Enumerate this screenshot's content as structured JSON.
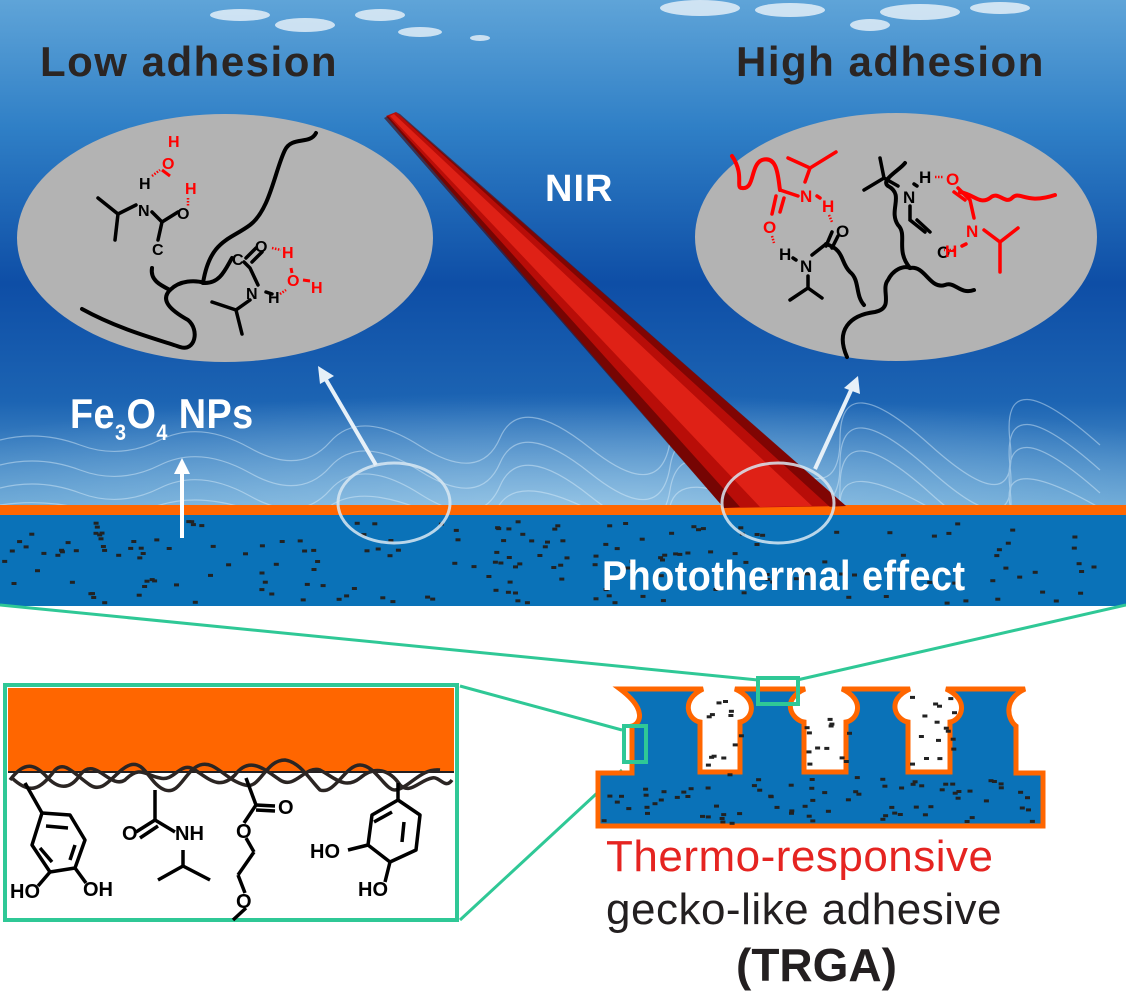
{
  "figure": {
    "top_panel": {
      "left_state_label": "Low adhesion",
      "right_state_label": "High adhesion",
      "light_label": "NIR",
      "particle_label": {
        "main": "Fe",
        "sub1": "3",
        "mid": "O",
        "sub2": "4",
        "tail": " NPs"
      },
      "effect_label": "Photothermal effect",
      "left_inset": {
        "description": "Hydrated PNIPAM chains: amide groups hydrogen-bonded to water",
        "atoms_black": [
          "H",
          "N",
          "O",
          "C",
          "C",
          "O",
          "N",
          "H"
        ],
        "atoms_red": [
          "H",
          "O",
          "H",
          "H",
          "O",
          "H"
        ]
      },
      "right_inset": {
        "description": "Collapsed PNIPAM chains: inter-chain amide-amide hydrogen bonds",
        "atoms_black": [
          "H",
          "N",
          "O",
          "H",
          "N",
          "O"
        ],
        "atoms_red": [
          "N",
          "H",
          "O",
          "O",
          "N",
          "H"
        ]
      }
    },
    "bottom_panel": {
      "chemistry_inset": {
        "labels": [
          "HO",
          "OH",
          "O",
          "NH",
          "O",
          "O",
          "O",
          "HO",
          "HO"
        ]
      },
      "caption_line1": "Thermo-responsive",
      "caption_line2": "gecko-like adhesive",
      "caption_line3": "(TRGA)"
    },
    "colors": {
      "water_top": "#5b9fd6",
      "water_deep": "#0d4fa8",
      "substrate_blue": "#0a72b8",
      "surface_orange": "#ff6600",
      "inset_gray": "#b3b3b3",
      "laser_red": "#d9140e",
      "callout_green": "#2fc896",
      "hbond_red": "#ff0000",
      "text_dark": "#2b2523",
      "caption_red": "#e52421"
    }
  }
}
